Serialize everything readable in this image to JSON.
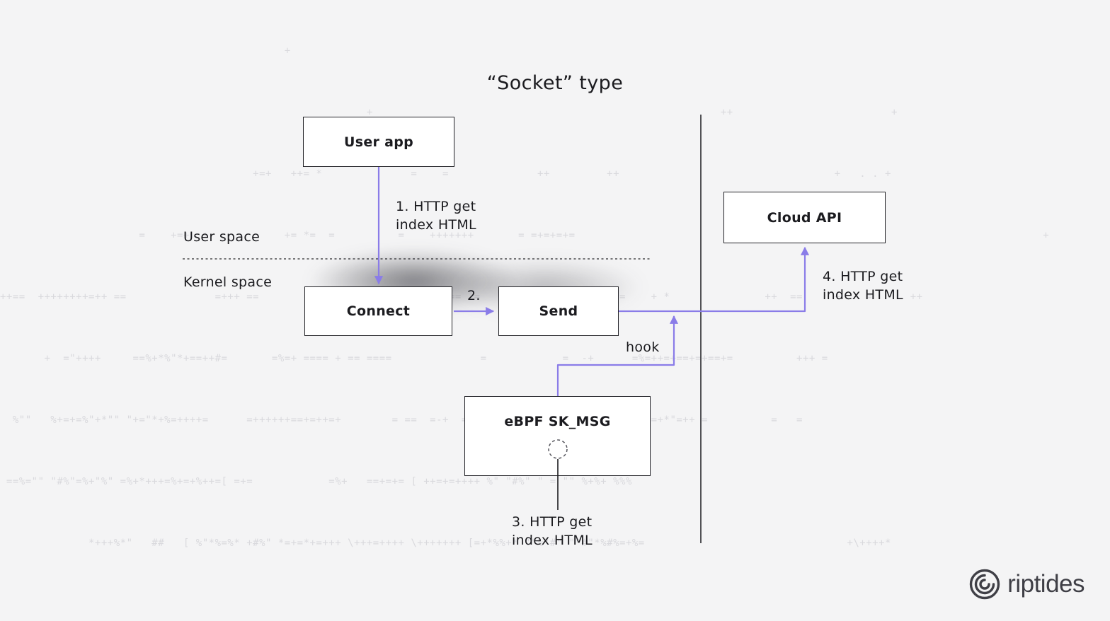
{
  "title": "“Socket” type",
  "diagram": {
    "nodes": {
      "user_app": "User app",
      "connect": "Connect",
      "send": "Send",
      "cloud_api": "Cloud API",
      "ebpf": "eBPF SK_MSG"
    },
    "annotations": {
      "user_space": "User space",
      "kernel_space": "Kernel space",
      "step1": "1. HTTP get\nindex HTML",
      "step2": "2.",
      "step3": "3. HTTP get\nindex HTML",
      "step4": "4. HTTP get\nindex HTML",
      "hook": "hook"
    }
  },
  "logo": {
    "text": "riptides"
  },
  "colors": {
    "background": "#f4f4f5",
    "arrow": "#8a7ce8",
    "border": "#212126",
    "text": "#1b1b1f",
    "noise": "#d9d9dd",
    "logo": "#3f3f46",
    "divider": "#2a2a2e"
  },
  "noise_rows": [
    "                                             +",
    "                                                          +                                                       ++                         +",
    "                                        +=+   ++= *              =    =              ++         ++                                  +   . . +",
    "                      =    +=+  +            += *=  =          =    +++++++       = =+=+=+=                               ==       ==                                +",
    "++==  ++++++++=++ ==              =+++ ==          ++  =+= +* =        ==  =                  +   =    + *               ++  ==     +    =      ++",
    "       +  =\"++++     ==%+*%\"*+==++#=       =%=+ ==== + == ====              =            =  -+      =%=++=+==+=+==+=          +++ =",
    "  %\"\"   %+=+=%\"+*\"\" \"+=\"*+%=++++=      =++++++==+=++=+        = ==  =-+  =-+  =      =*+++++++==+=+==++=+*\"=++ =          =   =",
    " ==%=\"\" \"#%\"=%+\"%\" =%+*+++=%+=+%++=[ =+=            =%+   ==+=+= [ ++=+=++++ %\" \"#%\" \" = \"\" %+%+ %%%",
    "              *+++%*\"   ##   [ %\"*%=%* +#%\" *=+=*+=+++ \\+++=++++ \\+++++++ [=+*%%+* \"\"%\"#\" \"\"#\"*%#%=+%=                                +\\++++*"
  ]
}
